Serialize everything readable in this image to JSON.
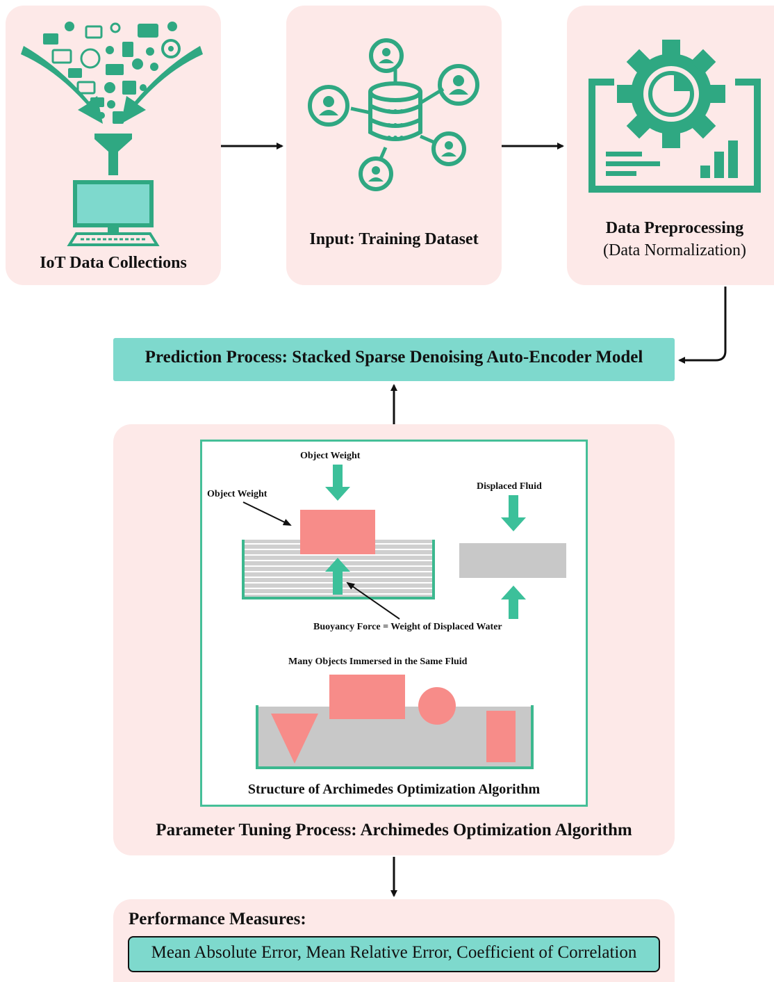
{
  "top": {
    "iot_label": "IoT Data Collections",
    "input_label": "Input: Training Dataset",
    "preprocess_title": "Data Preprocessing",
    "preprocess_sub": "(Data Normalization)"
  },
  "prediction": {
    "label": "Prediction Process: Stacked Sparse Denoising Auto-Encoder Model"
  },
  "aoa": {
    "object_weight_top": "Object Weight",
    "object_weight_side": "Object Weight",
    "displaced_fluid": "Displaced Fluid",
    "buoyancy": "Buoyancy Force = Weight of Displaced Water",
    "many_objects": "Many Objects Immersed in the Same Fluid",
    "structure": "Structure of Archimedes Optimization Algorithm",
    "panel_title": "Parameter Tuning Process: Archimedes Optimization Algorithm"
  },
  "performance": {
    "title": "Performance Measures:",
    "measures": "Mean Absolute Error, Mean Relative Error, Coefficient of Correlation"
  },
  "colors": {
    "teal": "#2fa882",
    "light_teal": "#7ed9cd",
    "panel": "#fde9e8",
    "salmon": "#f78c89",
    "gray": "#c8c8c8"
  }
}
